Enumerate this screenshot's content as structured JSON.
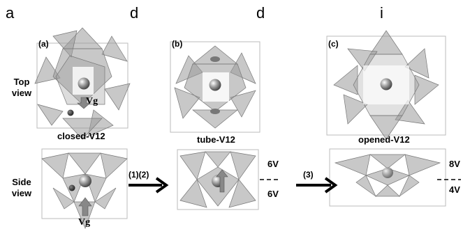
{
  "header": {
    "col1": "a",
    "col2": "d",
    "col3": "d",
    "col4": "i"
  },
  "row_labels": {
    "top_line1": "Top",
    "top_line2": "view",
    "side_line1": "Side",
    "side_line2": "view"
  },
  "panels": [
    {
      "tag": "(a)",
      "caption": "closed-V12",
      "vg": "Vg"
    },
    {
      "tag": "(b)",
      "caption": "tube-V12"
    },
    {
      "tag": "(c)",
      "caption": "opened-V12"
    }
  ],
  "steps": {
    "first": "(1)(2)",
    "second": "(3)"
  },
  "voltages": {
    "tube_top": "6V",
    "tube_bottom": "6V",
    "opened_top": "8V",
    "opened_bottom": "4V"
  },
  "side_vg": "Vg"
}
